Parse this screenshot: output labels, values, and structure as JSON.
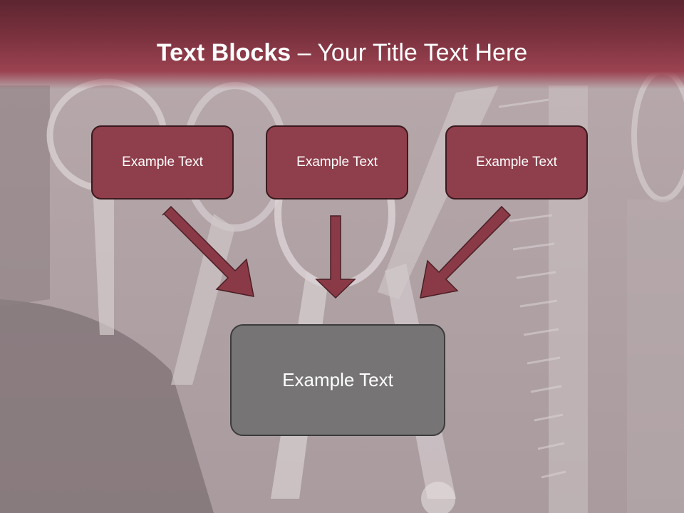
{
  "title": {
    "bold": "Text Blocks",
    "rest": " – Your Title Text Here"
  },
  "top_boxes": [
    "Example Text",
    "Example Text",
    "Example Text"
  ],
  "bottom_box": "Example Text",
  "colors": {
    "title_bar": "#8f3e4b",
    "box_fill": "#8f3e4b",
    "bottom_box_fill": "#767474",
    "arrow": "#8a3a47"
  }
}
